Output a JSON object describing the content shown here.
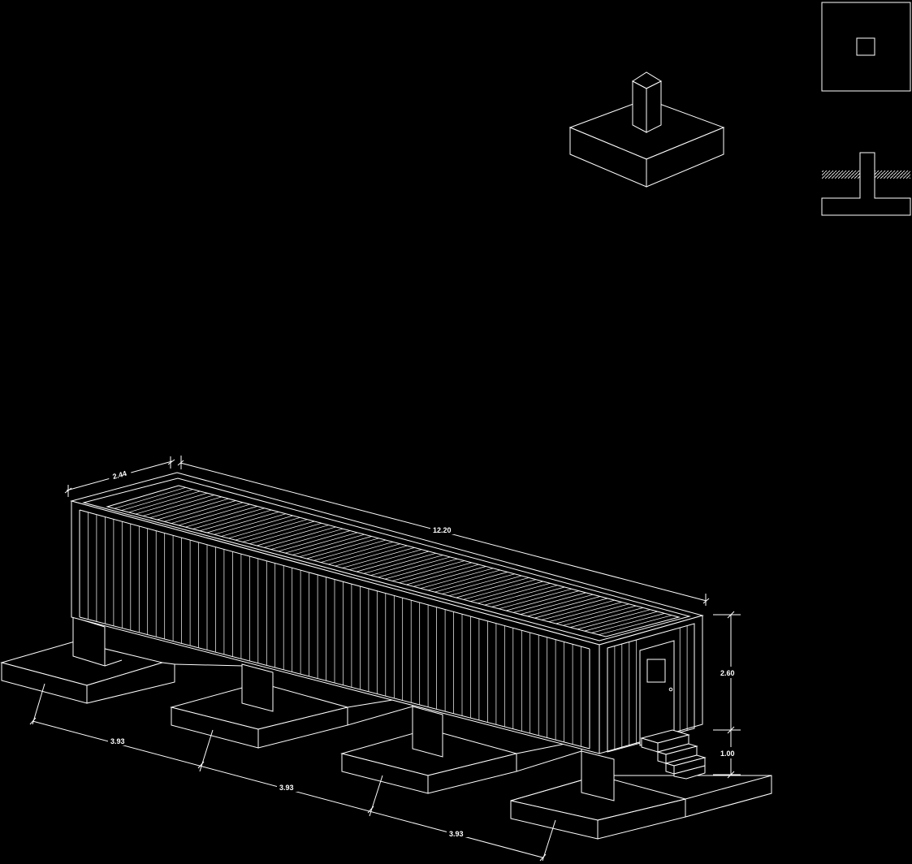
{
  "drawing": {
    "background_color": "#000000",
    "line_color": "#ffffff"
  },
  "dimensions": {
    "width": "2.44",
    "length": "12.20",
    "height": "2.60",
    "plinth": "1.00",
    "spacing_1": "3.93",
    "spacing_2": "3.93",
    "spacing_3": "3.93"
  }
}
